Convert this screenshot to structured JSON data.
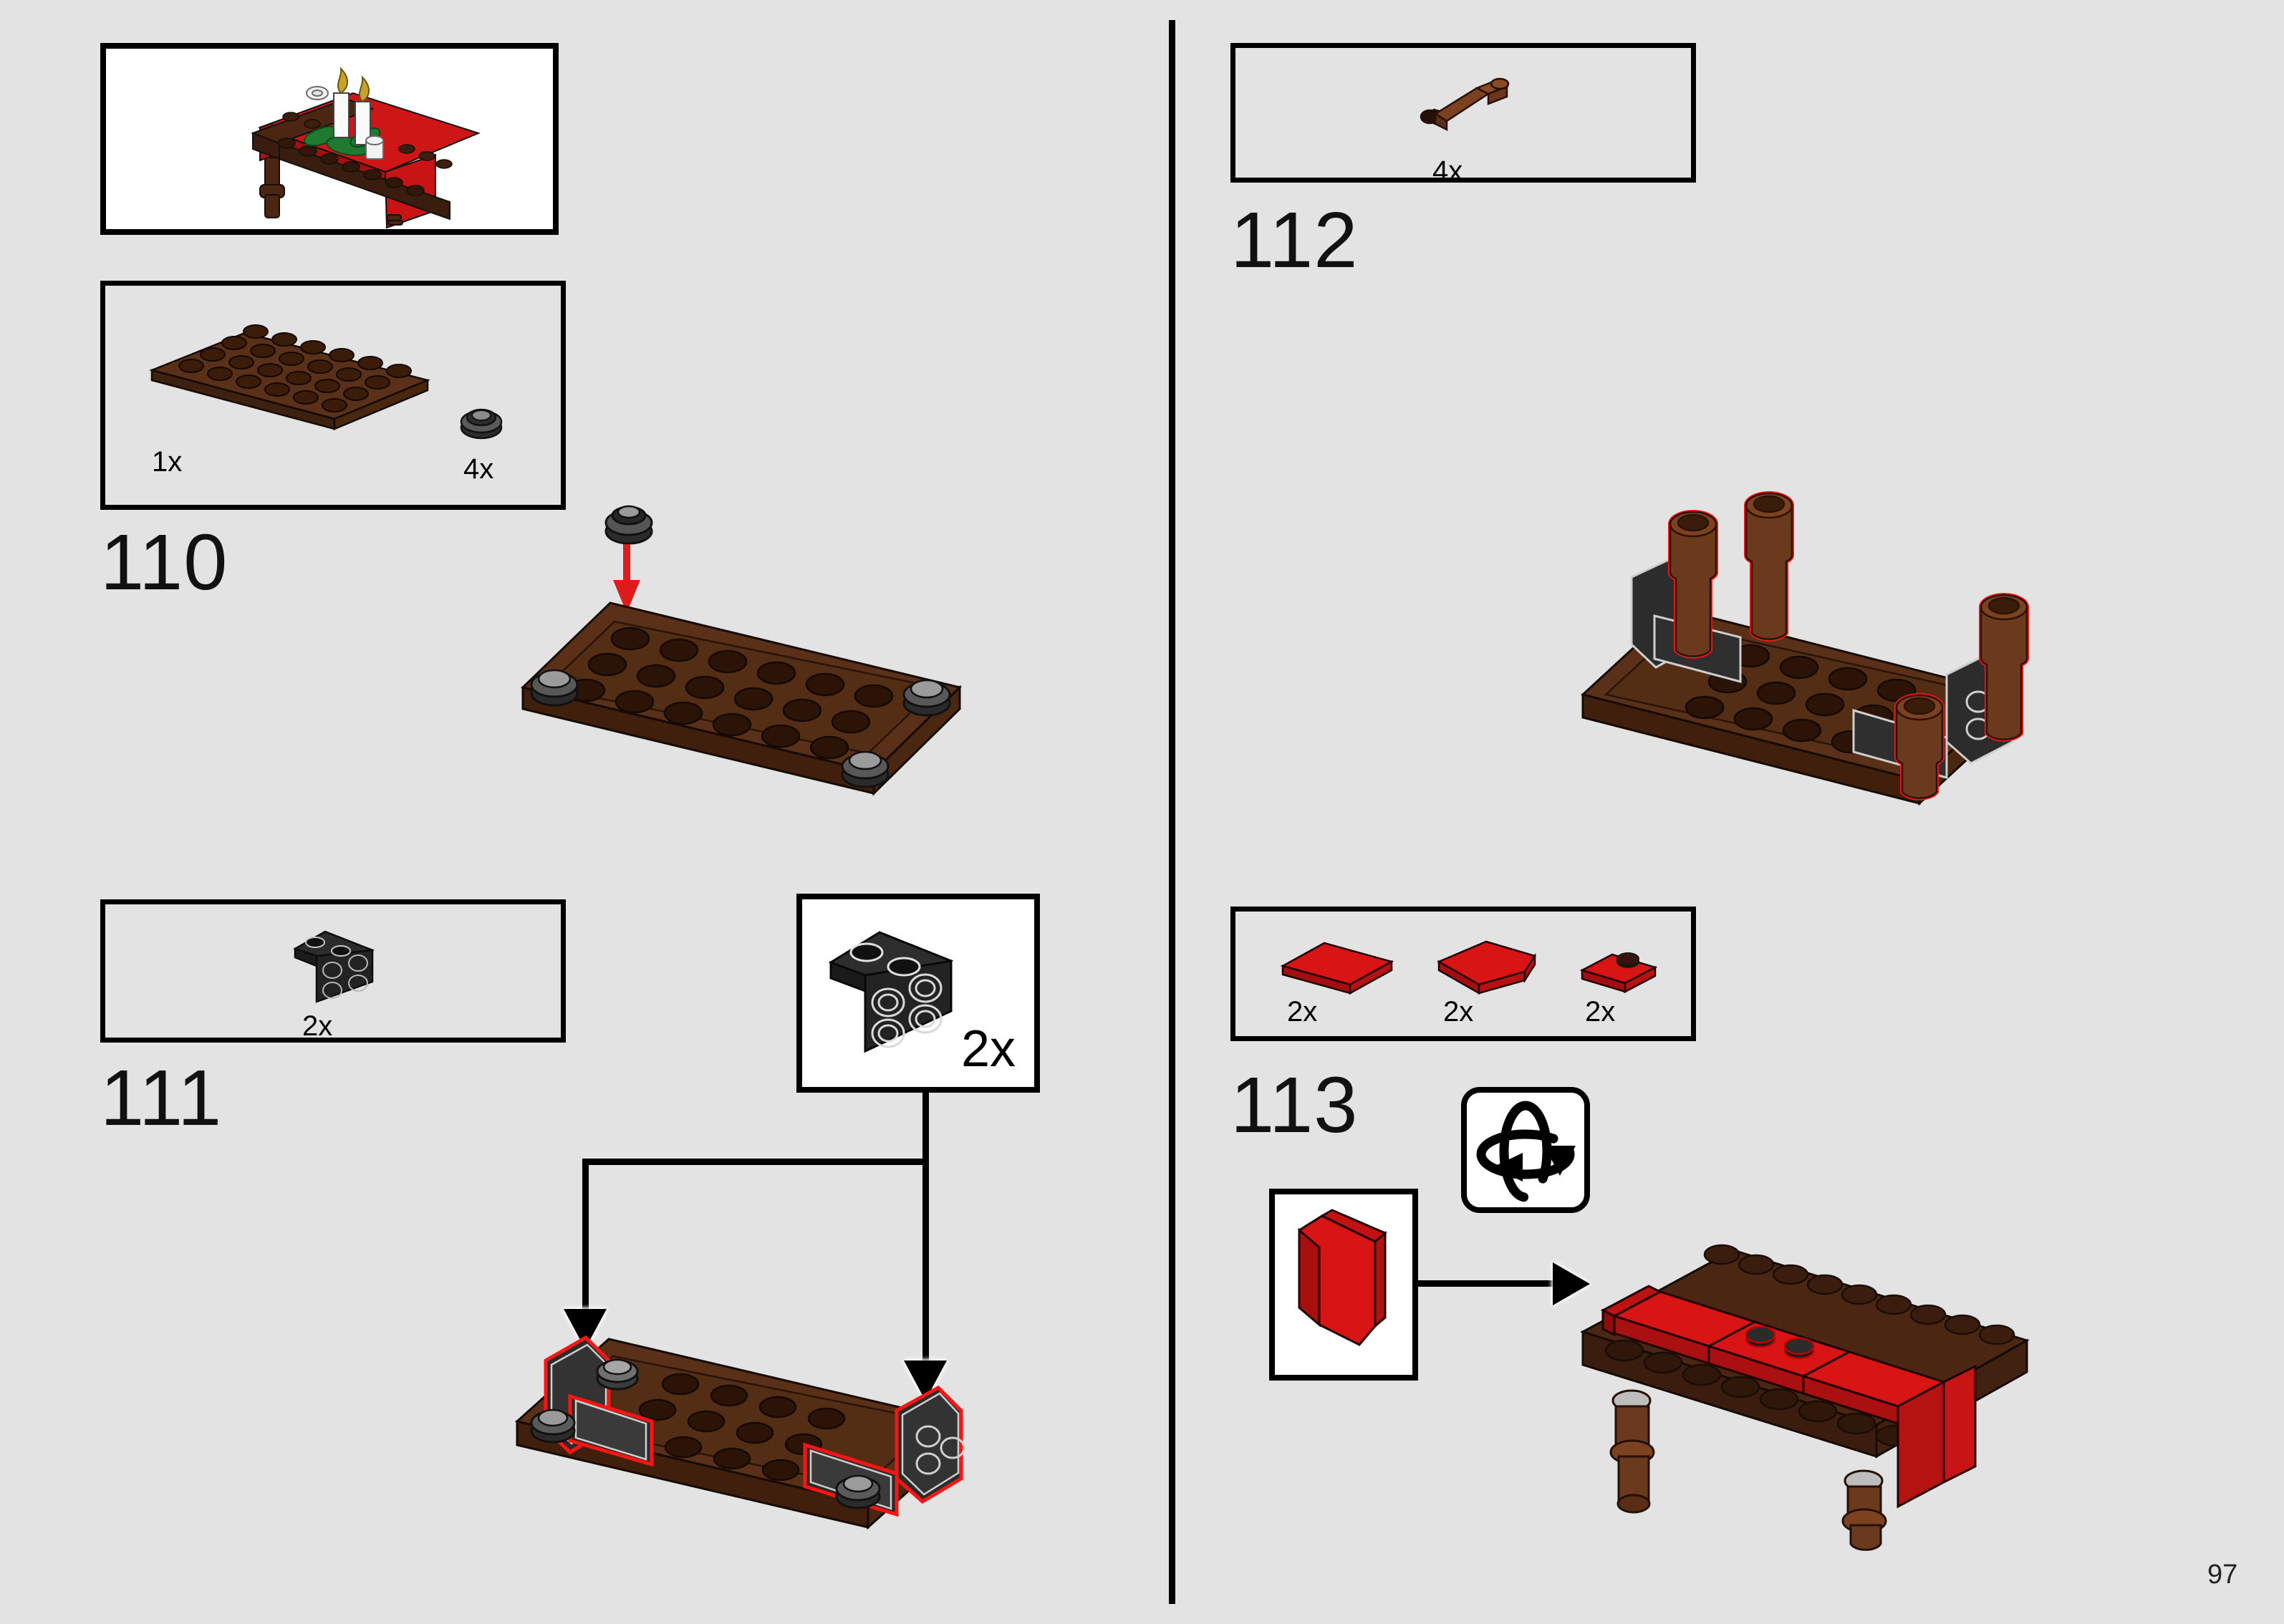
{
  "page": {
    "number": "97",
    "background_color": "#e3e3e3",
    "divider_color": "#000000"
  },
  "preview": {
    "name": "finished-model-preview",
    "description": "Brown LEGO table with red tablecloth, two white candles, green holly leaves and glassware"
  },
  "steps": [
    {
      "number": "110",
      "column": "left",
      "callout": {
        "parts": [
          {
            "qty": "1x",
            "color": "#5a3118",
            "shape": "plate-4x8",
            "label": "brown 4x8 plate"
          },
          {
            "qty": "4x",
            "color": "#9a9a9a",
            "shape": "round-plate-1x1",
            "label": "silver round plate 1x1"
          }
        ]
      },
      "assembly": {
        "arrow_color": "#e01b1b",
        "description": "Brown 4x8 plate shown underside-up with four silver round plates attached to the corners"
      }
    },
    {
      "number": "111",
      "column": "left",
      "callout": {
        "parts": [
          {
            "qty": "2x",
            "color": "#1c1c1c",
            "shape": "bracket-1x2-2x2",
            "label": "black bracket 1x2 - 2x2"
          }
        ]
      },
      "magnifier": {
        "qty": "2x",
        "color": "#1c1c1c",
        "label": "enlarged black bracket 1x2 - 2x2"
      },
      "assembly": {
        "highlight_color": "#e01b1b",
        "description": "Two black brackets placed on opposite ends of the inverted brown plate"
      }
    },
    {
      "number": "112",
      "column": "right",
      "callout": {
        "parts": [
          {
            "qty": "4x",
            "color": "#6b3a1c",
            "shape": "table-leg",
            "label": "reddish brown table leg / bar with stud"
          }
        ]
      },
      "assembly": {
        "highlight_color": "#ff1a1a",
        "description": "Four reddish brown legs pushed into the silver round plates on the inverted table top"
      }
    },
    {
      "number": "113",
      "column": "right",
      "callout": {
        "parts": [
          {
            "qty": "2x",
            "color": "#d81414",
            "shape": "tile-2x3",
            "label": "red tile 2x3"
          },
          {
            "qty": "2x",
            "color": "#d81414",
            "shape": "wedge-plate-3x3-cut",
            "label": "red wedge plate 3x3 cut corner"
          },
          {
            "qty": "2x",
            "color": "#d81414",
            "shape": "plate-1x2-with-stud",
            "label": "red plate 1x2 with one stud"
          }
        ]
      },
      "inset": {
        "color": "#d81414",
        "label": "red wedge piece detail"
      },
      "rotate_icon": {
        "name": "rotate-3d-icon",
        "label": "turn the model around"
      },
      "assembly": {
        "description": "Table turned upright, red tablecloth tiles placed along the brown table top, legs pointing down"
      }
    }
  ]
}
